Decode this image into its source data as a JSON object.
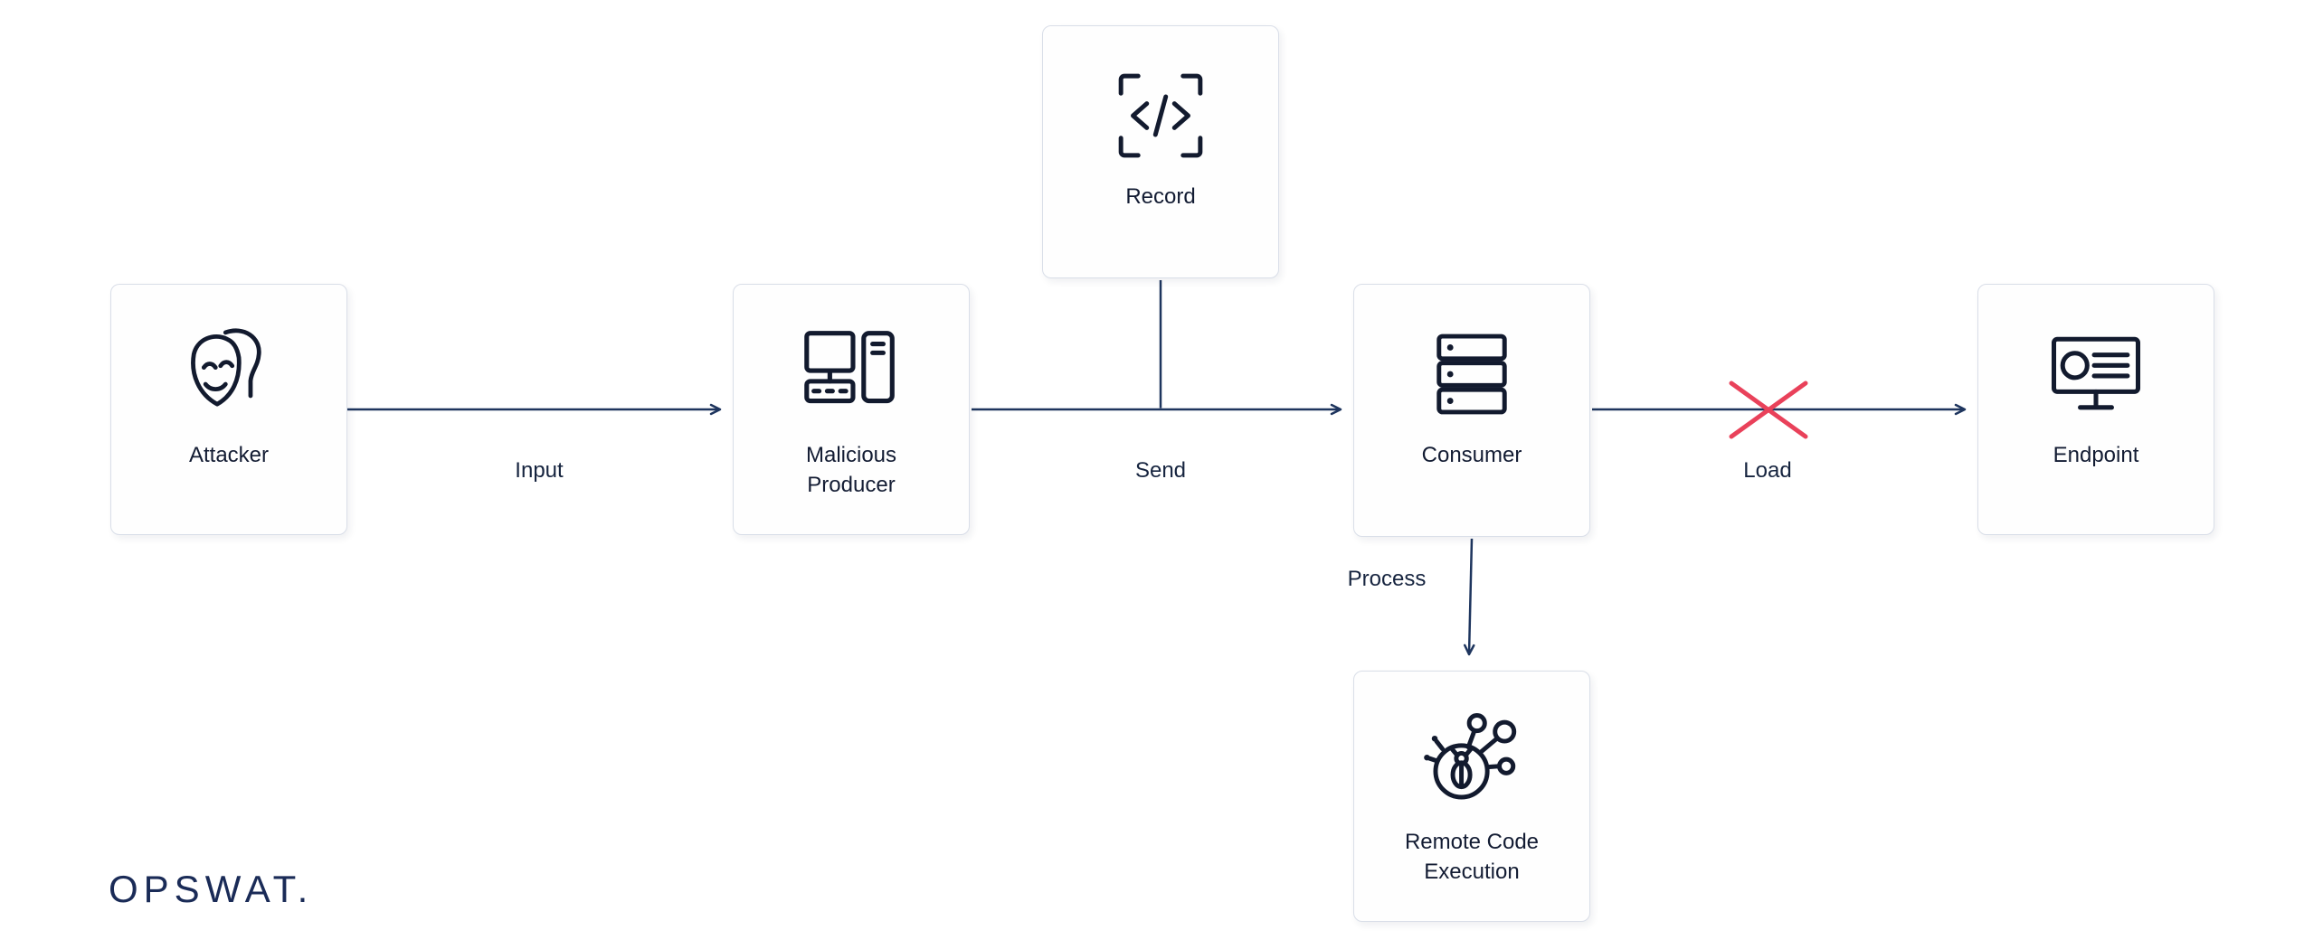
{
  "diagram": {
    "title_implicit": "Malicious producer attack flow",
    "colors": {
      "background": "#ffffff",
      "line_navy": "#1e355e",
      "text_dark": "#131c33",
      "box_border": "#d9dee8",
      "blocked_red": "#e9415a",
      "logo_navy": "#1a2b57"
    },
    "nodes": [
      {
        "id": "attacker",
        "label": "Attacker",
        "icon": "mask-icon"
      },
      {
        "id": "malicious-producer",
        "label": "Malicious Producer",
        "icon": "workstation-icon"
      },
      {
        "id": "record",
        "label": "Record",
        "icon": "code-record-icon"
      },
      {
        "id": "consumer",
        "label": "Consumer",
        "icon": "server-stack-icon"
      },
      {
        "id": "endpoint",
        "label": "Endpoint",
        "icon": "monitor-icon"
      },
      {
        "id": "rce",
        "label": "Remote Code Execution",
        "icon": "malware-bug-icon"
      }
    ],
    "edges": [
      {
        "from": "attacker",
        "to": "malicious-producer",
        "label": "Input",
        "blocked": false
      },
      {
        "from": "malicious-producer",
        "to": "consumer",
        "label": "Send",
        "blocked": false
      },
      {
        "from": "consumer",
        "to": "endpoint",
        "label": "Load",
        "blocked": true
      },
      {
        "from": "consumer",
        "to": "rce",
        "label": "Process",
        "blocked": false
      },
      {
        "from": "record",
        "to": "send-edge",
        "label": "",
        "blocked": false
      }
    ],
    "logo": "OPSWAT."
  }
}
